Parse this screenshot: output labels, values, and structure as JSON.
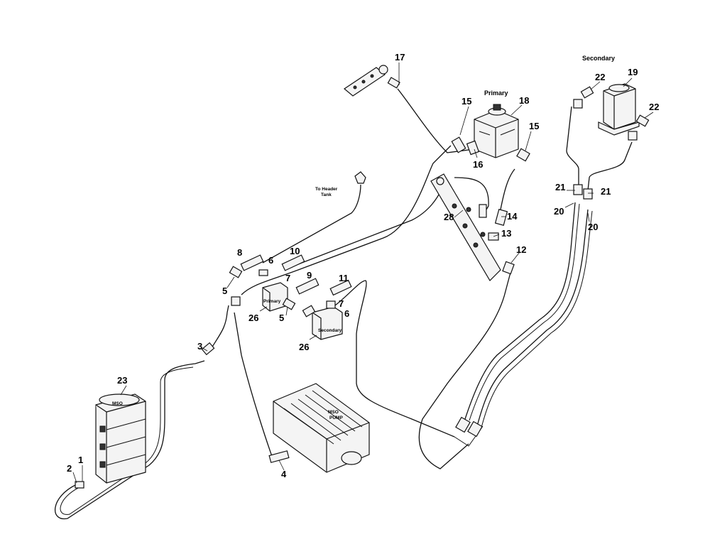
{
  "labels": {
    "secondary_top": "Secondary",
    "primary_top": "Primary",
    "to_header_tank_1": "To Header",
    "to_header_tank_2": "Tank",
    "primary_valve": "Primary",
    "secondary_valve": "Secondary",
    "pump_23": "MSO",
    "main_pump_1": "MSO",
    "main_pump_2": "PUMP"
  },
  "part_numbers": {
    "n1": "1",
    "n2": "2",
    "n3": "3",
    "n4": "4",
    "n5a": "5",
    "n5b": "5",
    "n6a": "6",
    "n6b": "6",
    "n7a": "7",
    "n7b": "7",
    "n8": "8",
    "n9": "9",
    "n10": "10",
    "n11": "11",
    "n12": "12",
    "n13": "13",
    "n14": "14",
    "n15a": "15",
    "n15b": "15",
    "n16": "16",
    "n17": "17",
    "n18": "18",
    "n19": "19",
    "n20a": "20",
    "n20b": "20",
    "n21a": "21",
    "n21b": "21",
    "n22a": "22",
    "n22b": "22",
    "n23": "23",
    "n26a": "26",
    "n26b": "26",
    "n28": "28"
  }
}
